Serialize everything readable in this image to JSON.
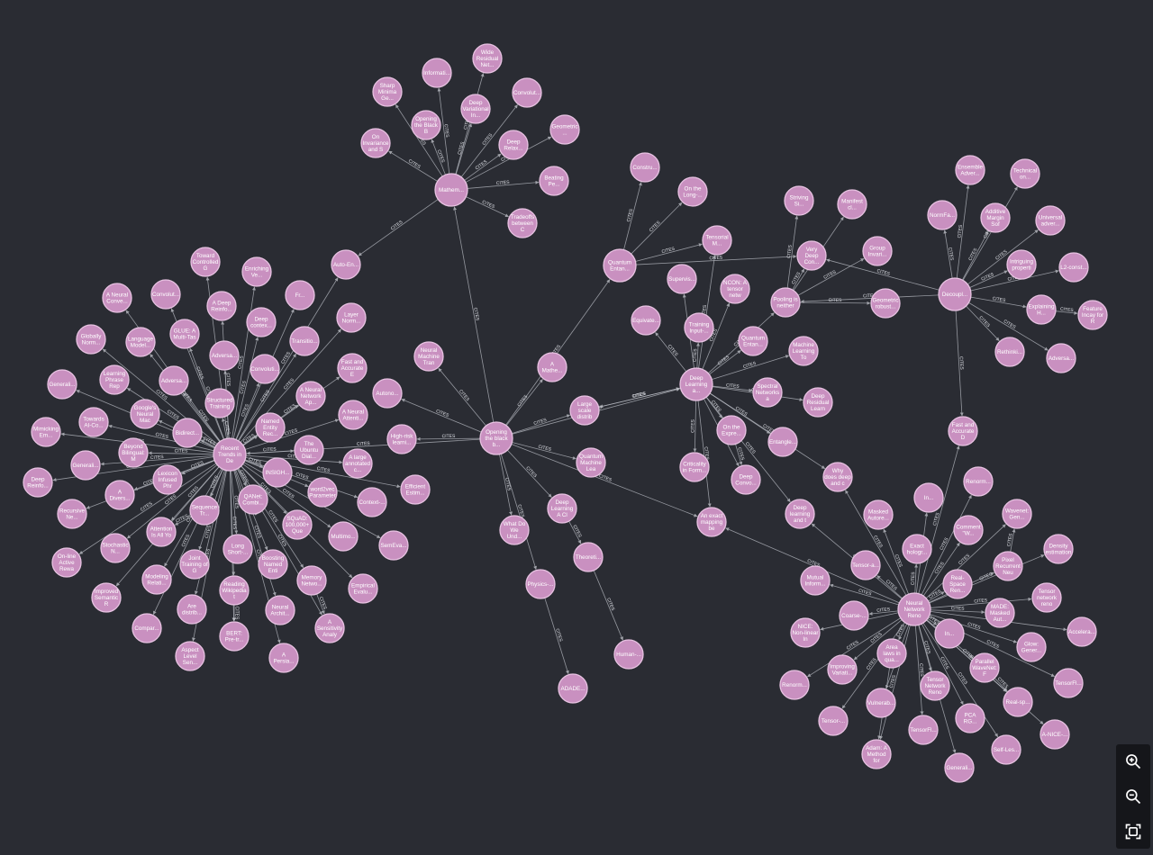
{
  "graph": {
    "edge_label": "CITES",
    "nodes": [
      {
        "id": "opening",
        "lines": [
          "Opening",
          "the black",
          "b..."
        ]
      },
      {
        "id": "mathem",
        "lines": [
          "Mathem..."
        ]
      },
      {
        "id": "recent",
        "lines": [
          "Recent",
          "Trends in",
          "De"
        ]
      },
      {
        "id": "deeplearning",
        "lines": [
          "Deep",
          "Learning",
          "a..."
        ]
      },
      {
        "id": "quantum",
        "lines": [
          "Quantum",
          "Entan..."
        ]
      },
      {
        "id": "decoupl",
        "lines": [
          "Decoupl..."
        ]
      },
      {
        "id": "nnreno",
        "lines": [
          "Neural",
          "Network",
          "Reno"
        ]
      },
      {
        "id": "pooling",
        "lines": [
          "Pooling is",
          "neither"
        ]
      },
      {
        "id": "verydeep",
        "lines": [
          "Very",
          "Deep",
          "Con..."
        ]
      },
      {
        "id": "neuralmt",
        "lines": [
          "Neural",
          "Machine",
          "Tran"
        ]
      },
      {
        "id": "largescale",
        "lines": [
          "Large",
          "scale",
          "distrib"
        ]
      },
      {
        "id": "amathe",
        "lines": [
          "A",
          "Mathe..."
        ]
      },
      {
        "id": "quantumml",
        "lines": [
          "Quantum",
          "Machine",
          "Lea"
        ]
      },
      {
        "id": "dlaci",
        "lines": [
          "Deep",
          "Learning",
          "A Cl"
        ]
      },
      {
        "id": "whatdo",
        "lines": [
          "What Do",
          "We",
          "Und..."
        ]
      },
      {
        "id": "exactmapping",
        "lines": [
          "An exact",
          "mapping",
          "be"
        ]
      },
      {
        "id": "physics",
        "lines": [
          "Physics-..."
        ]
      },
      {
        "id": "adade",
        "lines": [
          "ADADE..."
        ]
      },
      {
        "id": "theoreti",
        "lines": [
          "Theoreti..."
        ]
      },
      {
        "id": "human",
        "lines": [
          "Human-..."
        ]
      },
      {
        "id": "autono",
        "lines": [
          "Autono..."
        ]
      },
      {
        "id": "highrisk",
        "lines": [
          "High-risk",
          "learni..."
        ]
      },
      {
        "id": "wideres",
        "lines": [
          "Wide",
          "Residual",
          "Net..."
        ]
      },
      {
        "id": "informati",
        "lines": [
          "Informati..."
        ]
      },
      {
        "id": "sharpmin",
        "lines": [
          "Sharp",
          "Minima",
          "Ge..."
        ]
      },
      {
        "id": "deepvar",
        "lines": [
          "Deep",
          "Variational",
          "In..."
        ]
      },
      {
        "id": "convolut1",
        "lines": [
          "Convolut..."
        ]
      },
      {
        "id": "geometric1",
        "lines": [
          "Geometric",
          "..."
        ]
      },
      {
        "id": "openingbb",
        "lines": [
          "Opening",
          "the Black",
          "B"
        ]
      },
      {
        "id": "oninvar",
        "lines": [
          "On",
          "Invariance",
          "and S"
        ]
      },
      {
        "id": "deeprelax",
        "lines": [
          "Deep",
          "Relax..."
        ]
      },
      {
        "id": "beating",
        "lines": [
          "Beating",
          "Pe..."
        ]
      },
      {
        "id": "tradeoffs",
        "lines": [
          "Tradeoffs",
          "between",
          "C"
        ]
      },
      {
        "id": "autoen",
        "lines": [
          "Auto-En..."
        ]
      },
      {
        "id": "constru",
        "lines": [
          "Constru..."
        ]
      },
      {
        "id": "onlong",
        "lines": [
          "On the",
          "Long-..."
        ]
      },
      {
        "id": "tensorialm",
        "lines": [
          "Tensorial",
          "M..."
        ]
      },
      {
        "id": "supervis",
        "lines": [
          "Supervis..."
        ]
      },
      {
        "id": "ncon",
        "lines": [
          "NCON: A",
          "tensor",
          "netw"
        ]
      },
      {
        "id": "equivate",
        "lines": [
          "Equivate..."
        ]
      },
      {
        "id": "traininginput",
        "lines": [
          "Training",
          "Input-..."
        ]
      },
      {
        "id": "quantumentan2",
        "lines": [
          "Quantum",
          "Entan..."
        ]
      },
      {
        "id": "mlto",
        "lines": [
          "Machine",
          "Learning",
          "To"
        ]
      },
      {
        "id": "spectral",
        "lines": [
          "Spectral",
          "Networks",
          "a"
        ]
      },
      {
        "id": "deepresidual",
        "lines": [
          "Deep",
          "Residual",
          "Learn"
        ]
      },
      {
        "id": "ontheexpr",
        "lines": [
          "On the",
          "Expre..."
        ]
      },
      {
        "id": "entangle",
        "lines": [
          "Entangle..."
        ]
      },
      {
        "id": "criticality",
        "lines": [
          "Criticality",
          "in Form..."
        ]
      },
      {
        "id": "deepconvo",
        "lines": [
          "Deep",
          "Convo..."
        ]
      },
      {
        "id": "whydoes",
        "lines": [
          "Why",
          "does deep",
          "and c"
        ]
      },
      {
        "id": "deeplearningandt",
        "lines": [
          "Deep",
          "learning",
          "and t"
        ]
      },
      {
        "id": "strivingsi",
        "lines": [
          "Striving",
          "Si..."
        ]
      },
      {
        "id": "manifest",
        "lines": [
          "Manifest",
          "cl..."
        ]
      },
      {
        "id": "groupinvari",
        "lines": [
          "Group",
          "Invari..."
        ]
      },
      {
        "id": "geomrobust",
        "lines": [
          "Geometric",
          "robust..."
        ]
      },
      {
        "id": "ensemble",
        "lines": [
          "Ensemble",
          "Adver..."
        ]
      },
      {
        "id": "technical",
        "lines": [
          "Technical",
          "on..."
        ]
      },
      {
        "id": "normfa",
        "lines": [
          "NormFa..."
        ]
      },
      {
        "id": "additive",
        "lines": [
          "Additive",
          "Margin",
          "Sof"
        ]
      },
      {
        "id": "universal",
        "lines": [
          "Universal",
          "adver..."
        ]
      },
      {
        "id": "intriguing",
        "lines": [
          "Intriguing",
          "properti"
        ]
      },
      {
        "id": "l2const",
        "lines": [
          "L2-const..."
        ]
      },
      {
        "id": "explaining",
        "lines": [
          "Explaining",
          "H..."
        ]
      },
      {
        "id": "featureincay",
        "lines": [
          "Feature",
          "Incay for",
          "R"
        ]
      },
      {
        "id": "rethinki",
        "lines": [
          "Rethinki..."
        ]
      },
      {
        "id": "adversa3",
        "lines": [
          "Adversa..."
        ]
      },
      {
        "id": "fastacc2",
        "lines": [
          "Fast and",
          "Accurate",
          "D"
        ]
      },
      {
        "id": "in1",
        "lines": [
          "In..."
        ]
      },
      {
        "id": "renorm1",
        "lines": [
          "Renorm..."
        ]
      },
      {
        "id": "maskedauto",
        "lines": [
          "Masked",
          "Autore..."
        ]
      },
      {
        "id": "commentw",
        "lines": [
          "Comment",
          "\"W..."
        ]
      },
      {
        "id": "wavenet",
        "lines": [
          "Wavenet:",
          "Gen..."
        ]
      },
      {
        "id": "exactholog",
        "lines": [
          "Exact",
          "hologr..."
        ]
      },
      {
        "id": "density",
        "lines": [
          "Density",
          "estimation"
        ]
      },
      {
        "id": "tensora",
        "lines": [
          "Tensor-a..."
        ]
      },
      {
        "id": "realspace",
        "lines": [
          "Real-",
          "Space",
          "Ren..."
        ]
      },
      {
        "id": "pixelrnn",
        "lines": [
          "Pixel",
          "Recurrent",
          "Neu"
        ]
      },
      {
        "id": "mutualinfo",
        "lines": [
          "Mutual",
          "Inform..."
        ]
      },
      {
        "id": "tensornetreno",
        "lines": [
          "Tensor",
          "network",
          "reno"
        ]
      },
      {
        "id": "made",
        "lines": [
          "MADE:",
          "Masked",
          "Aut..."
        ]
      },
      {
        "id": "coarse",
        "lines": [
          "Coarse-..."
        ]
      },
      {
        "id": "accelera",
        "lines": [
          "Accelera..."
        ]
      },
      {
        "id": "nice",
        "lines": [
          "NICE:",
          "Non-linear",
          "In"
        ]
      },
      {
        "id": "in2",
        "lines": [
          "In..."
        ]
      },
      {
        "id": "glow",
        "lines": [
          "Glow:",
          "Gener..."
        ]
      },
      {
        "id": "improvingvar",
        "lines": [
          "Improving",
          "Variati..."
        ]
      },
      {
        "id": "arealaws",
        "lines": [
          "Area",
          "laws in",
          "qua..."
        ]
      },
      {
        "id": "parallelwavenet",
        "lines": [
          "Parallel",
          "WaveNet:",
          "F"
        ]
      },
      {
        "id": "tensorfl1",
        "lines": [
          "TensorFl..."
        ]
      },
      {
        "id": "renorm2",
        "lines": [
          "Renorm..."
        ]
      },
      {
        "id": "tensornetreno2",
        "lines": [
          "Tensor",
          "Network",
          "Reno"
        ]
      },
      {
        "id": "vulnerab",
        "lines": [
          "Vulnerab..."
        ]
      },
      {
        "id": "realsp",
        "lines": [
          "Real-sp..."
        ]
      },
      {
        "id": "tensor2",
        "lines": [
          "Tensor-..."
        ]
      },
      {
        "id": "pcarg",
        "lines": [
          "PCA",
          "RG..."
        ]
      },
      {
        "id": "anice",
        "lines": [
          "A-NICE-..."
        ]
      },
      {
        "id": "tensorfl2",
        "lines": [
          "TensorFl..."
        ]
      },
      {
        "id": "adam",
        "lines": [
          "Adam: A",
          "Method",
          "for"
        ]
      },
      {
        "id": "selfles",
        "lines": [
          "Self-Les..."
        ]
      },
      {
        "id": "generali3",
        "lines": [
          "Generali..."
        ]
      },
      {
        "id": "towardcontrolled",
        "lines": [
          "Toward",
          "Controlled",
          "G"
        ]
      },
      {
        "id": "enriching",
        "lines": [
          "Enriching",
          "Ve..."
        ]
      },
      {
        "id": "aneuralconve",
        "lines": [
          "A Neural",
          "Conve..."
        ]
      },
      {
        "id": "convolut2",
        "lines": [
          "Convolut..."
        ]
      },
      {
        "id": "adeepreinfo",
        "lines": [
          "A Deep",
          "Reinfo..."
        ]
      },
      {
        "id": "fr",
        "lines": [
          "Fr..."
        ]
      },
      {
        "id": "layernorm",
        "lines": [
          "Layer",
          "Norm..."
        ]
      },
      {
        "id": "deepcontext",
        "lines": [
          "Deep",
          "contex..."
        ]
      },
      {
        "id": "glue",
        "lines": [
          "GLUE: A",
          "Multi-Tas"
        ]
      },
      {
        "id": "languagemodel",
        "lines": [
          "Language",
          "Model..."
        ]
      },
      {
        "id": "globallynorm",
        "lines": [
          "Globally",
          "Norm..."
        ]
      },
      {
        "id": "transitio",
        "lines": [
          "Transitio..."
        ]
      },
      {
        "id": "adversa1",
        "lines": [
          "Adversa..."
        ]
      },
      {
        "id": "fastacc1",
        "lines": [
          "Fast and",
          "Accurate",
          "E"
        ]
      },
      {
        "id": "convolut3",
        "lines": [
          "Convoluti..."
        ]
      },
      {
        "id": "learningphrase",
        "lines": [
          "Learning",
          "Phrase",
          "Rep"
        ]
      },
      {
        "id": "adversa2",
        "lines": [
          "Adversa..."
        ]
      },
      {
        "id": "generali1",
        "lines": [
          "Generali..."
        ]
      },
      {
        "id": "aneuralnetap",
        "lines": [
          "A Neural",
          "Network",
          "Ap..."
        ]
      },
      {
        "id": "structuredtraining",
        "lines": [
          "Structured",
          "Training"
        ]
      },
      {
        "id": "googlenmt",
        "lines": [
          "Google's",
          "Neural",
          "Mac"
        ]
      },
      {
        "id": "aneuralattent",
        "lines": [
          "A Neural",
          "Attenti..."
        ]
      },
      {
        "id": "towardsaico",
        "lines": [
          "Towards",
          "AI-Co..."
        ]
      },
      {
        "id": "namedentityrec",
        "lines": [
          "Named",
          "Entity",
          "Rec..."
        ]
      },
      {
        "id": "mimicking",
        "lines": [
          "Mimicking",
          "Em..."
        ]
      },
      {
        "id": "bidirect",
        "lines": [
          "Bidirect..."
        ]
      },
      {
        "id": "ubuntu",
        "lines": [
          "The",
          "Ubuntu",
          "Dial..."
        ]
      },
      {
        "id": "beyondbilingual",
        "lines": [
          "Beyond",
          "Bilingual:",
          "M"
        ]
      },
      {
        "id": "alargeannotated",
        "lines": [
          "A large",
          "annotated",
          "c..."
        ]
      },
      {
        "id": "generali2",
        "lines": [
          "Generali..."
        ]
      },
      {
        "id": "efficientestim",
        "lines": [
          "Efficient",
          "Estim..."
        ]
      },
      {
        "id": "insigh",
        "lines": [
          "INSIGH..."
        ]
      },
      {
        "id": "lexiconinfused",
        "lines": [
          "Lexicon",
          "Infused",
          "Phr"
        ]
      },
      {
        "id": "word2vec",
        "lines": [
          "word2vec",
          "Parameter"
        ]
      },
      {
        "id": "deepreinfo2",
        "lines": [
          "Deep",
          "Reinfo..."
        ]
      },
      {
        "id": "adivers",
        "lines": [
          "A",
          "Divers..."
        ]
      },
      {
        "id": "qanet",
        "lines": [
          "QANet:",
          "Combi..."
        ]
      },
      {
        "id": "context",
        "lines": [
          "Context-..."
        ]
      },
      {
        "id": "recursivene",
        "lines": [
          "Recursive",
          "Ne..."
        ]
      },
      {
        "id": "sequencetr",
        "lines": [
          "Sequence",
          "Tr..."
        ]
      },
      {
        "id": "squad",
        "lines": [
          "SQuAD:",
          "100,000+",
          "Que"
        ]
      },
      {
        "id": "multimo",
        "lines": [
          "Multimo..."
        ]
      },
      {
        "id": "semeva",
        "lines": [
          "SemEva..."
        ]
      },
      {
        "id": "attention",
        "lines": [
          "Attention",
          "Is All Yo"
        ]
      },
      {
        "id": "stochastic",
        "lines": [
          "Stochastic",
          "N..."
        ]
      },
      {
        "id": "longshort",
        "lines": [
          "Long",
          "Short-..."
        ]
      },
      {
        "id": "boosting",
        "lines": [
          "Boosting",
          "Named",
          "Enti"
        ]
      },
      {
        "id": "online",
        "lines": [
          "On-line",
          "Active",
          "Rewa"
        ]
      },
      {
        "id": "jointtraining",
        "lines": [
          "Joint",
          "Training of",
          "G"
        ]
      },
      {
        "id": "modeling",
        "lines": [
          "Modeling",
          "Relati..."
        ]
      },
      {
        "id": "memorynetwo",
        "lines": [
          "Memory",
          "Netwo..."
        ]
      },
      {
        "id": "empirical",
        "lines": [
          "Empirical",
          "Evalu..."
        ]
      },
      {
        "id": "improvedsemantic",
        "lines": [
          "Improved",
          "Semantic",
          "R"
        ]
      },
      {
        "id": "readingwiki",
        "lines": [
          "Reading",
          "Wikipedia",
          "t"
        ]
      },
      {
        "id": "aredistrib",
        "lines": [
          "Are",
          "distrib..."
        ]
      },
      {
        "id": "neuralarchi",
        "lines": [
          "Neural",
          "Archit..."
        ]
      },
      {
        "id": "asensitivity",
        "lines": [
          "A",
          "Sensitivity",
          "Analy"
        ]
      },
      {
        "id": "compar",
        "lines": [
          "Compar..."
        ]
      },
      {
        "id": "bert",
        "lines": [
          "BERT:",
          "Pre-tr..."
        ]
      },
      {
        "id": "aspectlevel",
        "lines": [
          "Aspect",
          "Level",
          "Sen..."
        ]
      },
      {
        "id": "apersian",
        "lines": [
          "A",
          "Persia..."
        ]
      }
    ]
  },
  "controls": {
    "zoom_in": "zoom-in-icon",
    "zoom_out": "zoom-out-icon",
    "fit": "fit-screen-icon"
  }
}
